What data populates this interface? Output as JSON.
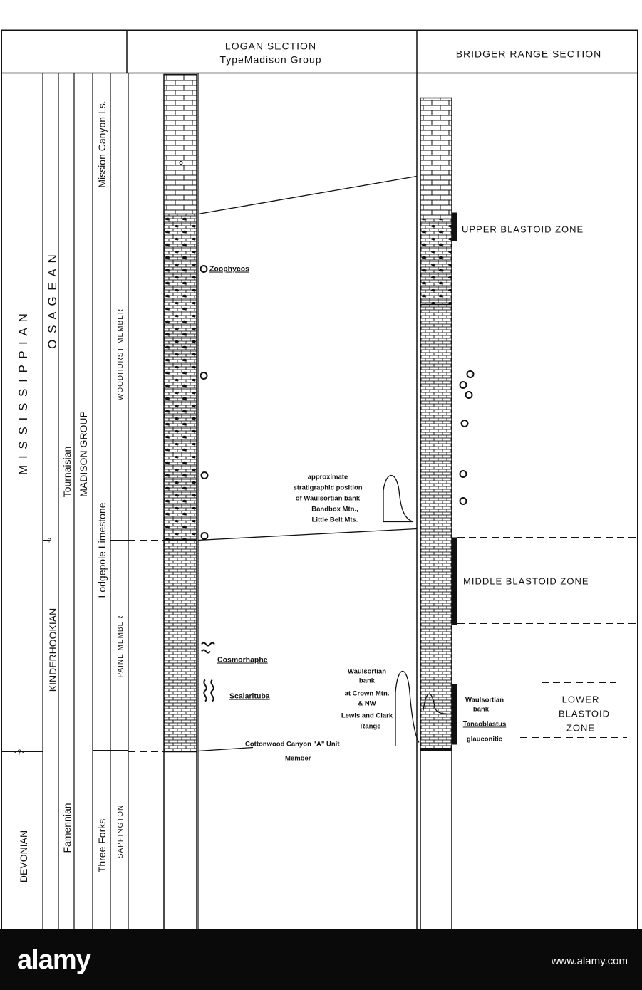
{
  "header": {
    "logan_line1": "LOGAN SECTION",
    "logan_line2": "TypeMadison Group",
    "bridger": "BRIDGER RANGE SECTION"
  },
  "systems": {
    "mississippian": "M I S S I S S I P P I A N",
    "devonian": "DEVONIAN"
  },
  "series": {
    "osagean": "O S A G E A N",
    "kinderhookian": "KINDERHOOKIAN"
  },
  "stages": {
    "tournaisian": "Tournaisian",
    "famennian": "Famennian"
  },
  "groups": {
    "madison": "MADISON GROUP"
  },
  "formations": {
    "mission_canyon": "Mission Canyon Ls.",
    "lodgepole": "Lodgepole Limestone",
    "three_forks": "Three Forks"
  },
  "members": {
    "woodhurst": "WOODHURST MEMBER",
    "paine": "PAINE MEMBER",
    "sappington": "SAPPINGTON"
  },
  "boundary_marks": {
    "upper": "-?-",
    "lower": "-?-"
  },
  "trace_fossils": {
    "zoophycos": "Zoophycos",
    "cosmorhaphe": "Cosmorhaphe",
    "scalarituba": "Scalarituba"
  },
  "notes": {
    "waulsortian_bandbox": [
      "approximate",
      "stratigraphic position",
      "of Waulsortian bank",
      "Bandbox Mtn.,",
      "Little Belt Mts."
    ],
    "waulsortian_crown": [
      "Waulsortian",
      "bank",
      "at Crown Mtn.",
      "& NW",
      "Lewis and Clark",
      "Range"
    ],
    "cottonwood": "Cottonwood Canyon \"A\" Unit",
    "member": "Member",
    "waulsortian_bridger": [
      "Waulsortian",
      "bank"
    ],
    "tanaoblastus": "Tanaoblastus",
    "glauconitic": "glauconitic"
  },
  "zones": {
    "upper": "UPPER BLASTOID ZONE",
    "middle": "MIDDLE BLASTOID ZONE",
    "lower": [
      "LOWER",
      "BLASTOID",
      "ZONE"
    ]
  },
  "banner": {
    "logo": "alamy",
    "watermark": "www.alamy.com"
  }
}
